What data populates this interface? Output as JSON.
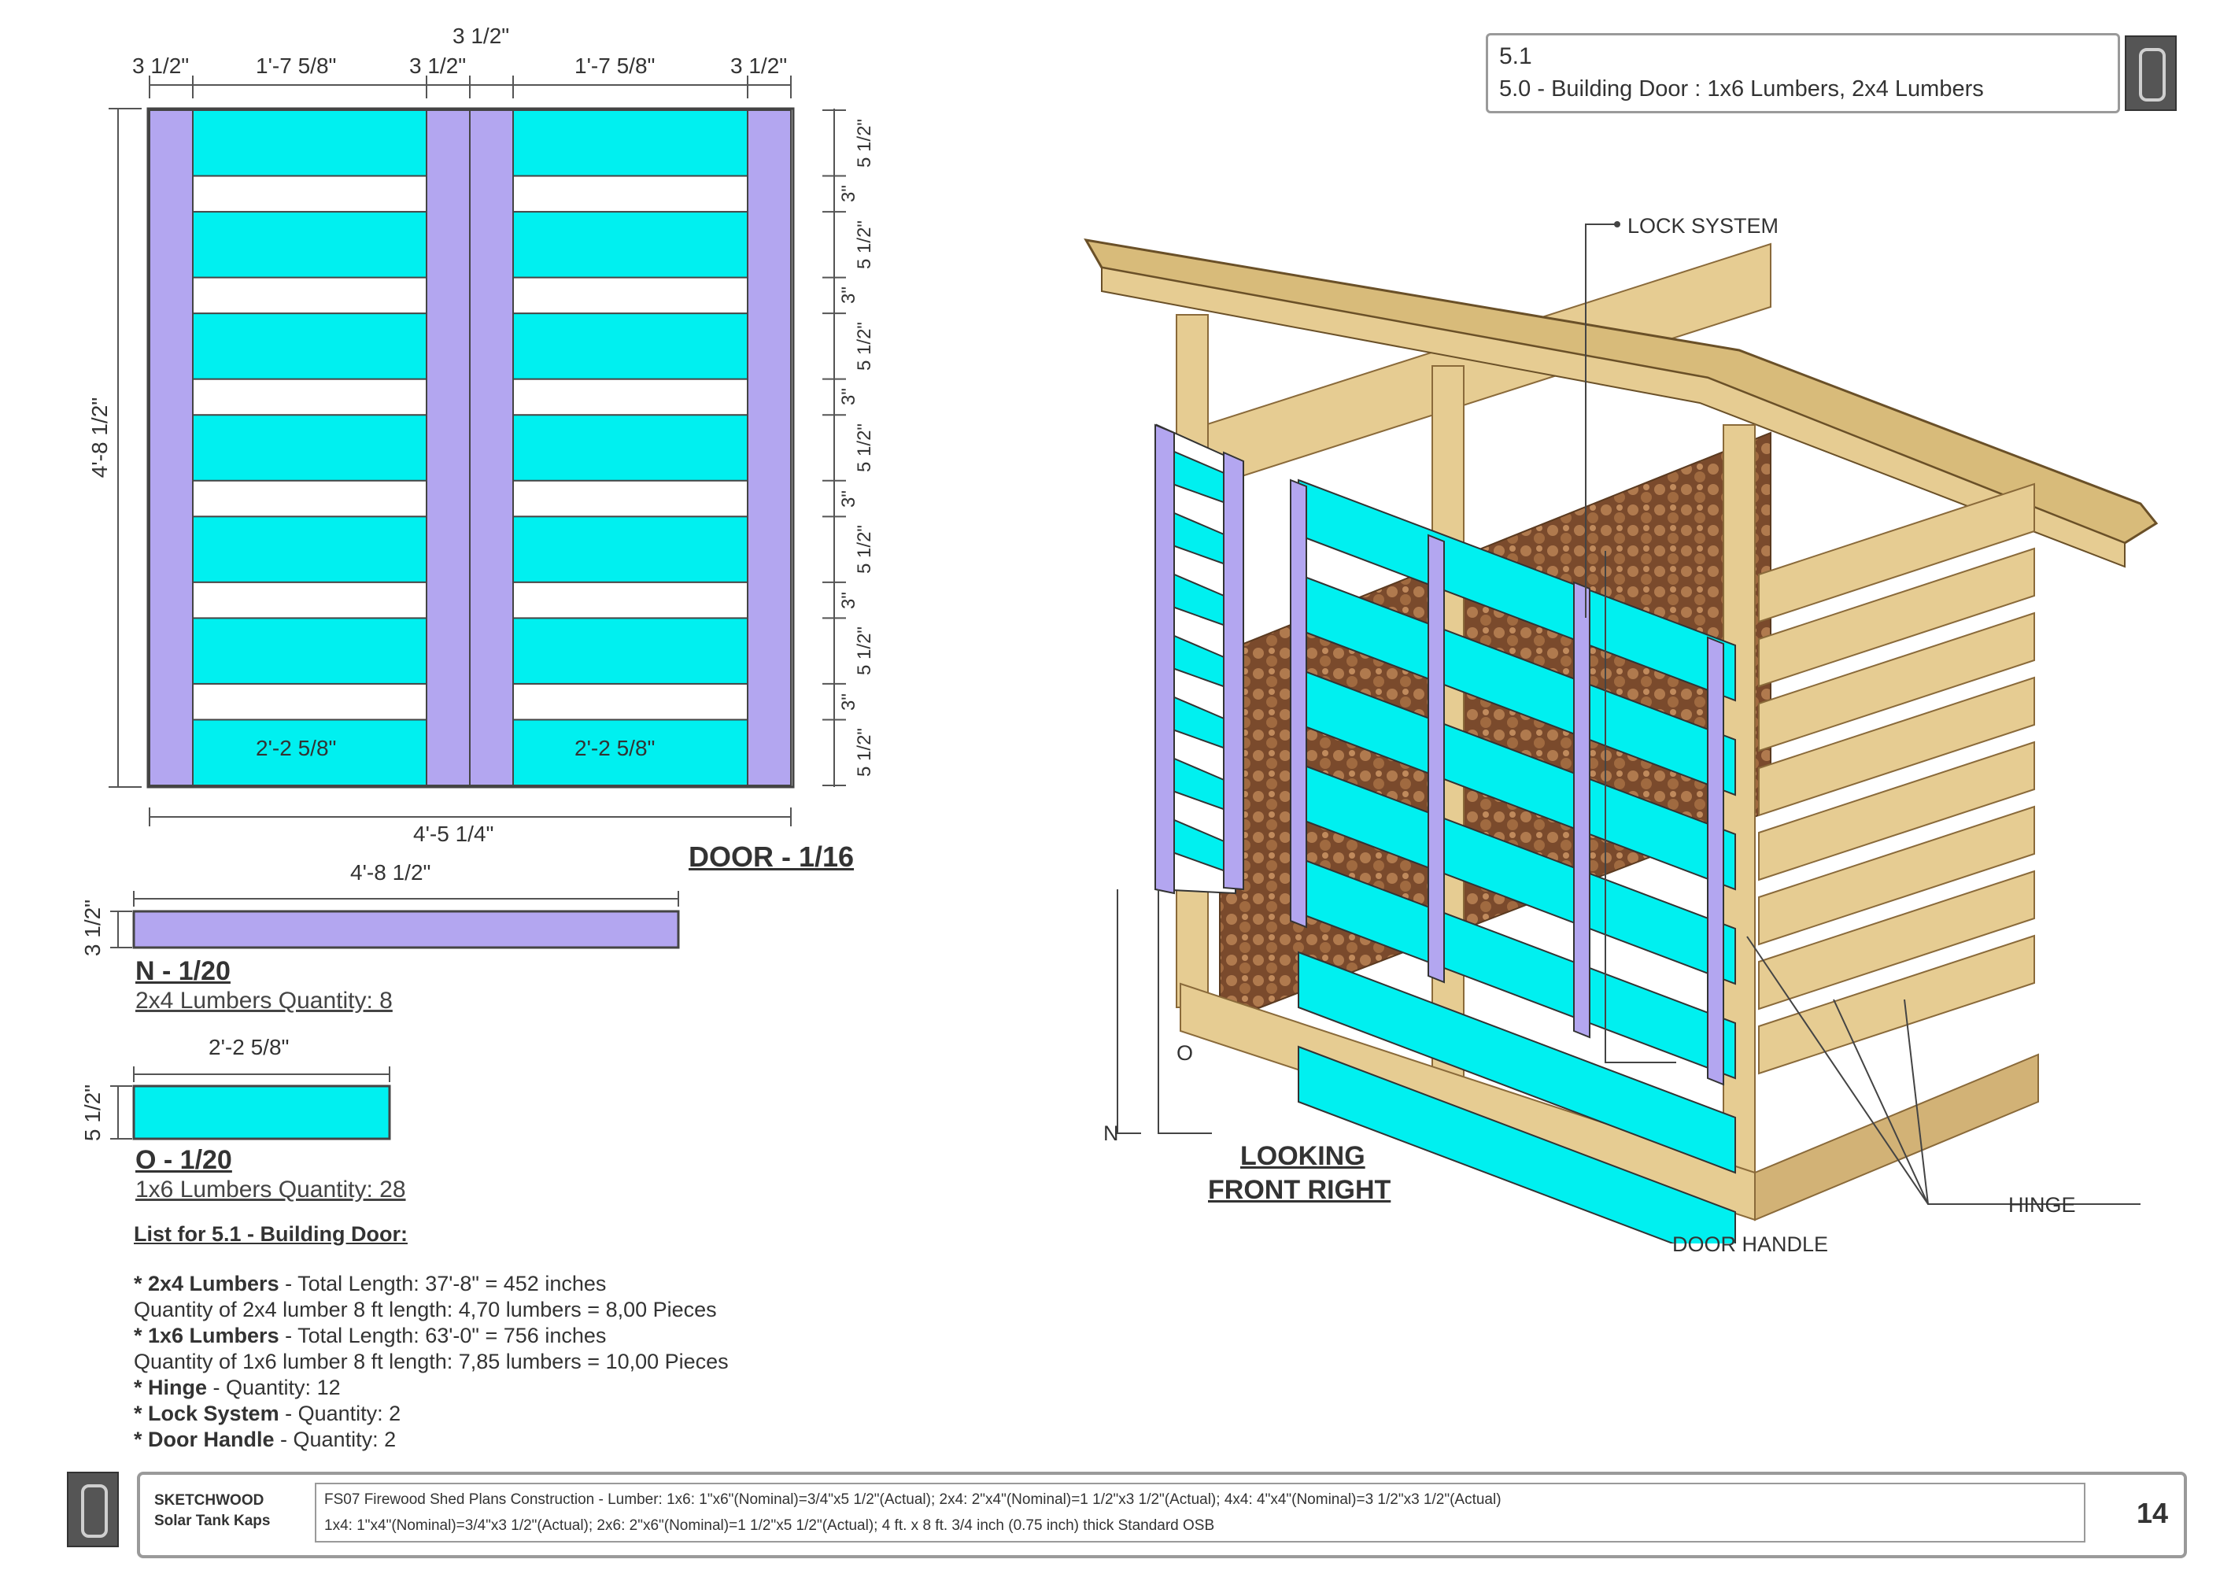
{
  "title_block": {
    "section": "5.1",
    "title": "5.0 - Building Door : 1x6 Lumbers, 2x4 Lumbers"
  },
  "door_drawing": {
    "top_dims": [
      "3 1/2\"",
      "1'-7 5/8\"",
      "3 1/2\"",
      "3 1/2\"",
      "1'-7 5/8\"",
      "3 1/2\""
    ],
    "height_dim": "4'-8 1/2\"",
    "board_width_dims": [
      "2'-2 5/8\"",
      "2'-2 5/8\""
    ],
    "bottom_dim": "4'-5 1/4\"",
    "right_dims": [
      "5 1/2\"",
      "3\"",
      "5 1/2\"",
      "3\"",
      "5 1/2\"",
      "3\"",
      "5 1/2\"",
      "3\"",
      "5 1/2\"",
      "3\"",
      "5 1/2\"",
      "3\"",
      "5 1/2\""
    ],
    "title": "DOOR - 1/16"
  },
  "part_n": {
    "length": "4'-8 1/2\"",
    "height": "3 1/2\"",
    "title": "N - 1/20",
    "subtitle": "2x4 Lumbers Quantity: 8"
  },
  "part_o": {
    "length": "2'-2 5/8\"",
    "height": "5 1/2\"",
    "title": "O - 1/20",
    "subtitle": "1x6 Lumbers Quantity: 28"
  },
  "materials_list": {
    "heading": "List for 5.1 - Building Door:",
    "lines": [
      {
        "bold": "* 2x4 Lumbers",
        "text": " - Total Length: 37'-8\" = 452 inches"
      },
      {
        "bold": "",
        "text": "Quantity of 2x4 lumber 8 ft length: 4,70 lumbers = 8,00 Pieces"
      },
      {
        "bold": "* 1x6 Lumbers",
        "text": " - Total Length: 63'-0\" = 756 inches"
      },
      {
        "bold": "",
        "text": "Quantity of 1x6 lumber 8 ft length: 7,85 lumbers = 10,00 Pieces"
      },
      {
        "bold": "* Hinge",
        "text": " - Quantity: 12"
      },
      {
        "bold": "* Lock System",
        "text": " - Quantity: 2"
      },
      {
        "bold": "* Door Handle",
        "text": " - Quantity: 2"
      }
    ]
  },
  "isometric": {
    "labels": {
      "lock": "LOCK SYSTEM",
      "o": "O",
      "n": "N",
      "hinge": "HINGE",
      "handle": "DOOR HANDLE"
    },
    "view_line1": "LOOKING",
    "view_line2": "FRONT RIGHT"
  },
  "footer": {
    "brand_line1": "SKETCHWOOD",
    "brand_line2": "Solar Tank Kaps",
    "desc_line1": "FS07 Firewood Shed Plans Construction - Lumber: 1x6: 1\"x6\"(Nominal)=3/4\"x5 1/2\"(Actual); 2x4: 2\"x4\"(Nominal)=1 1/2\"x3 1/2\"(Actual); 4x4: 4\"x4\"(Nominal)=3 1/2\"x3 1/2\"(Actual)",
    "desc_line2": "1x4: 1\"x4\"(Nominal)=3/4\"x3 1/2\"(Actual); 2x6: 2\"x6\"(Nominal)=1 1/2\"x5 1/2\"(Actual); 4 ft. x 8 ft. 3/4 inch (0.75 inch) thick Standard OSB",
    "page": "14"
  },
  "colors": {
    "board_cyan": "#00f0f0",
    "rail_purple": "#b3a6f0",
    "wood": "#e6cc92",
    "wood_dark": "#c9a868",
    "log": "#8a5a3a"
  }
}
